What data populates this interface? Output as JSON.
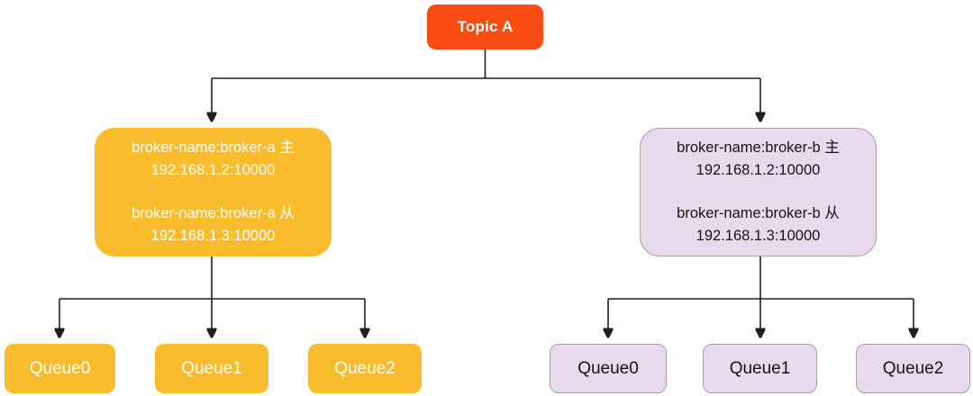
{
  "colors": {
    "topic-bg": "#F94C12",
    "yellow": "#F9BC2D",
    "lavender": "#E8DAED",
    "lavender-border": "#A99BB0",
    "line": "#1F1F1F",
    "text-on-yellow": "#FFFFFF",
    "text-on-lavender": "#141414"
  },
  "topic": {
    "label": "Topic A"
  },
  "brokers": {
    "a": {
      "lines": [
        "broker-name:broker-a 主",
        "192.168.1.2:10000",
        "broker-name:broker-a 从",
        "192.168.1.3:10000"
      ]
    },
    "b": {
      "lines": [
        "broker-name:broker-b 主",
        "192.168.1.2:10000",
        "broker-name:broker-b 从",
        "192.168.1.3:10000"
      ]
    }
  },
  "queues": {
    "left": [
      "Queue0",
      "Queue1",
      "Queue2"
    ],
    "right": [
      "Queue0",
      "Queue1",
      "Queue2"
    ]
  }
}
